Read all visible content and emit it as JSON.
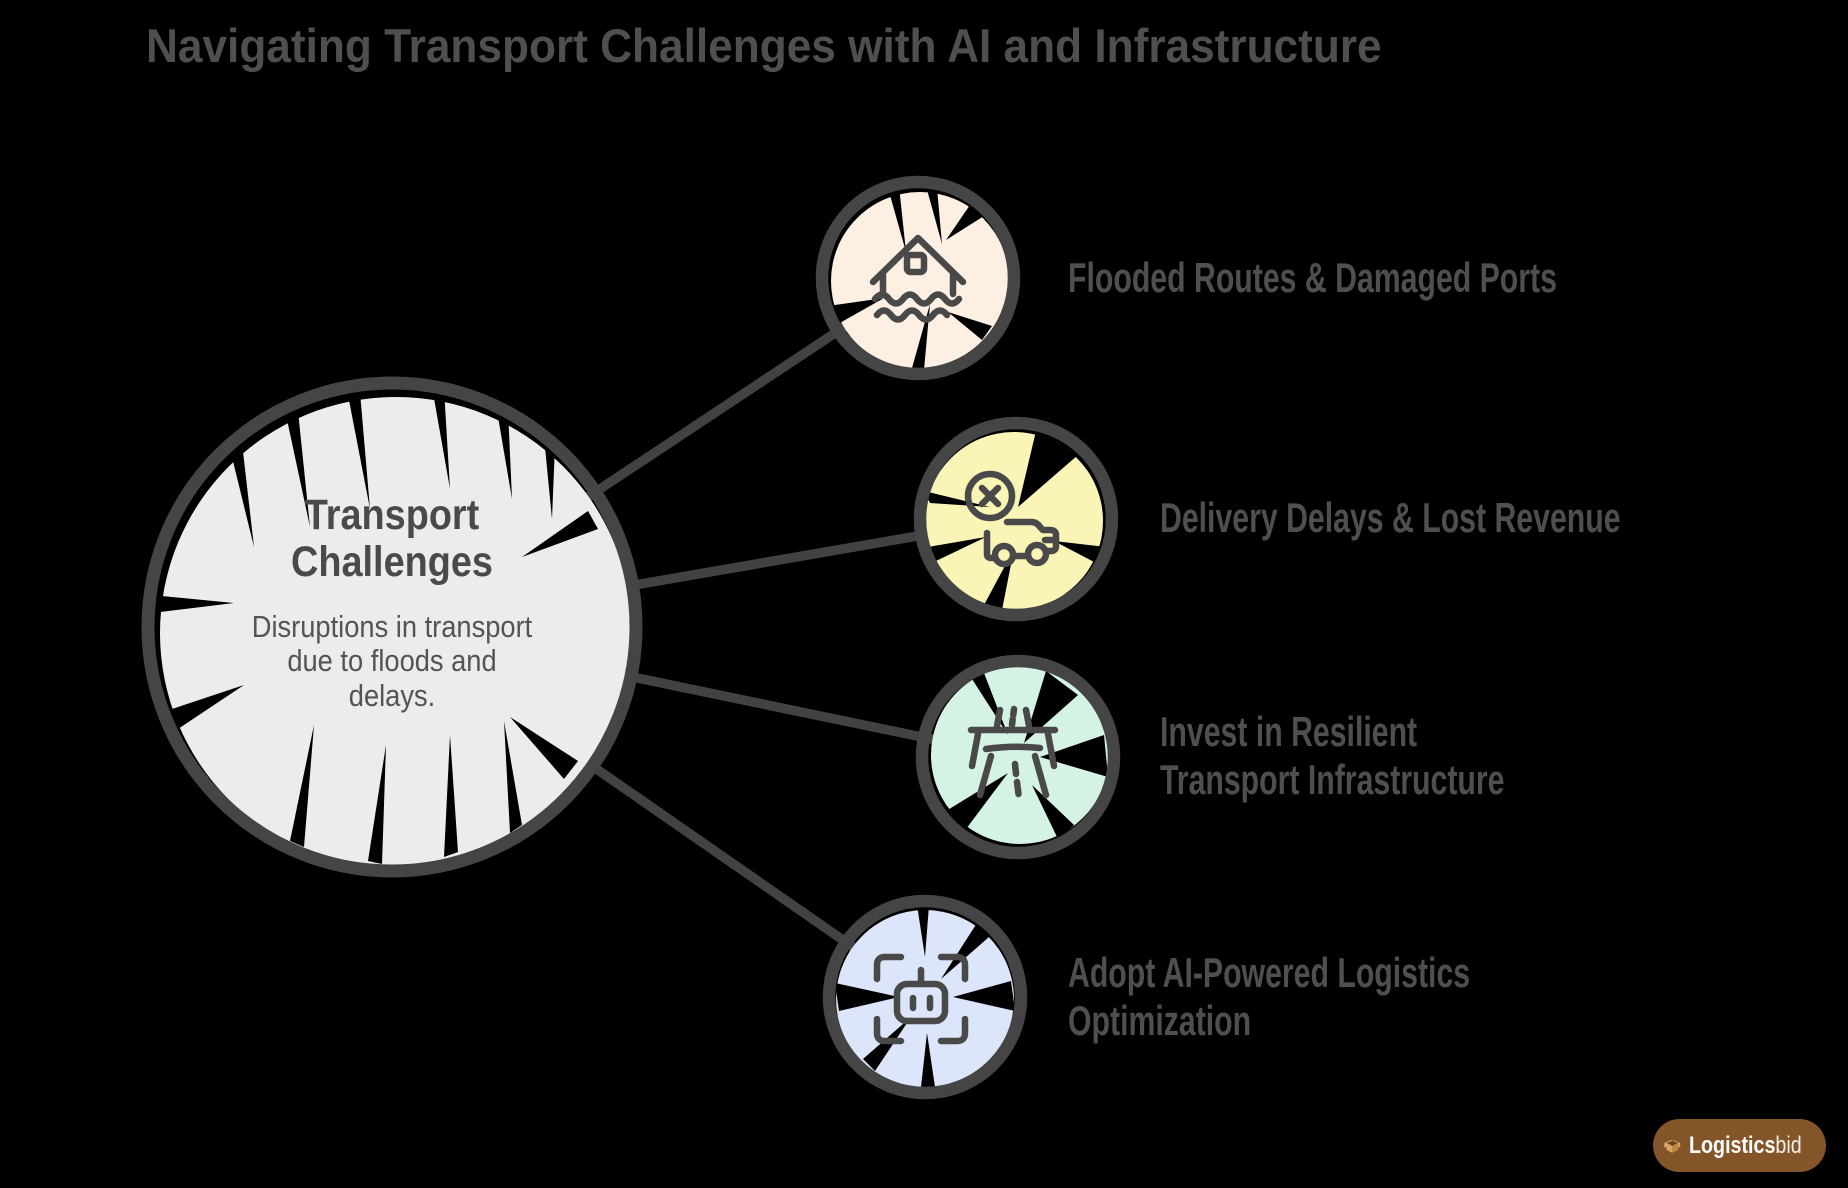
{
  "title": "Navigating Transport Challenges with AI and Infrastructure",
  "center": {
    "title": "Transport\nChallenges",
    "description": "Disruptions in transport\ndue to floods and\ndelays."
  },
  "nodes": [
    {
      "id": "flooded-routes",
      "label": "Flooded Routes & Damaged Ports",
      "icon": "flooded-house-icon",
      "fill": "#fdf0e3"
    },
    {
      "id": "delivery-delays",
      "label": "Delivery Delays & Lost Revenue",
      "icon": "cancelled-delivery-icon",
      "fill": "#faf5b6"
    },
    {
      "id": "resilient-infrastructure",
      "label": "Invest in Resilient\nTransport Infrastructure",
      "icon": "highway-bridge-icon",
      "fill": "#d4f3e2"
    },
    {
      "id": "ai-logistics",
      "label": "Adopt AI-Powered Logistics\nOptimization",
      "icon": "robot-scan-icon",
      "fill": "#dce5f9"
    }
  ],
  "colors": {
    "background": "#000000",
    "outline_stroke": "#454545",
    "connector_stroke": "#424242",
    "icon_stroke": "#494949",
    "title_text": "#4f4f4f",
    "label_text": "#4f4f4f",
    "center_title_text": "#4a4a4a",
    "center_description_text": "#545454",
    "center_fill": "#ececec",
    "logo_background": "#845529",
    "logo_text": "#ffffff"
  },
  "logo": {
    "name_bold": "Logistics",
    "name_light": "bid",
    "icon": "open-box-icon"
  }
}
